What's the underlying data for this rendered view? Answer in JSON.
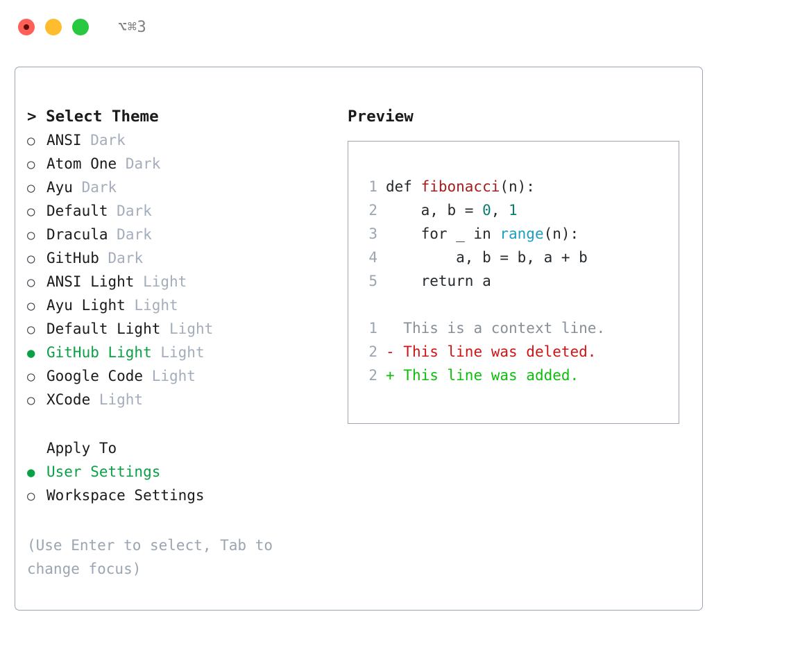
{
  "window": {
    "title": "⌥⌘3",
    "traffic_lights": [
      "close",
      "minimize",
      "zoom"
    ]
  },
  "theme_picker": {
    "heading": "> Select Theme",
    "items": [
      {
        "bullet": "○",
        "label": "ANSI",
        "kind": "Dark",
        "selected": false
      },
      {
        "bullet": "○",
        "label": "Atom One",
        "kind": "Dark",
        "selected": false
      },
      {
        "bullet": "○",
        "label": "Ayu",
        "kind": "Dark",
        "selected": false
      },
      {
        "bullet": "○",
        "label": "Default",
        "kind": "Dark",
        "selected": false
      },
      {
        "bullet": "○",
        "label": "Dracula",
        "kind": "Dark",
        "selected": false
      },
      {
        "bullet": "○",
        "label": "GitHub",
        "kind": "Dark",
        "selected": false
      },
      {
        "bullet": "○",
        "label": "ANSI Light",
        "kind": "Light",
        "selected": false
      },
      {
        "bullet": "○",
        "label": "Ayu Light",
        "kind": "Light",
        "selected": false
      },
      {
        "bullet": "○",
        "label": "Default Light",
        "kind": "Light",
        "selected": false
      },
      {
        "bullet": "●",
        "label": "GitHub Light",
        "kind": "Light",
        "selected": true
      },
      {
        "bullet": "○",
        "label": "Google Code",
        "kind": "Light",
        "selected": false
      },
      {
        "bullet": "○",
        "label": "XCode",
        "kind": "Light",
        "selected": false
      }
    ]
  },
  "apply_to": {
    "heading": "Apply To",
    "items": [
      {
        "bullet": "●",
        "label": "User Settings",
        "selected": true
      },
      {
        "bullet": "○",
        "label": "Workspace Settings",
        "selected": false
      }
    ]
  },
  "hint": "(Use Enter to select, Tab to change focus)",
  "preview": {
    "heading": "Preview",
    "code_lines": [
      {
        "number": "1",
        "tokens": [
          {
            "text": "def ",
            "type": "plain"
          },
          {
            "text": "fibonacci",
            "type": "fn"
          },
          {
            "text": "(n):",
            "type": "plain"
          }
        ]
      },
      {
        "number": "2",
        "tokens": [
          {
            "text": "    a, b = ",
            "type": "plain"
          },
          {
            "text": "0",
            "type": "num"
          },
          {
            "text": ", ",
            "type": "plain"
          },
          {
            "text": "1",
            "type": "num"
          }
        ]
      },
      {
        "number": "3",
        "tokens": [
          {
            "text": "    for _ in ",
            "type": "plain"
          },
          {
            "text": "range",
            "type": "call"
          },
          {
            "text": "(n):",
            "type": "plain"
          }
        ]
      },
      {
        "number": "4",
        "tokens": [
          {
            "text": "        a, b = b, a + b",
            "type": "plain"
          }
        ]
      },
      {
        "number": "5",
        "tokens": [
          {
            "text": "    return a",
            "type": "plain"
          }
        ]
      }
    ],
    "diff_lines": [
      {
        "number": "1",
        "marker": "  ",
        "text": "This is a context line.",
        "kind": "context"
      },
      {
        "number": "2",
        "marker": "- ",
        "text": "This line was deleted.",
        "kind": "deleted"
      },
      {
        "number": "2",
        "marker": "+ ",
        "text": "This line was added.",
        "kind": "added"
      }
    ]
  },
  "colors": {
    "accent_green": "#0aa045",
    "diff_add": "#0bbf0b",
    "diff_del": "#d01414",
    "border": "#9aa5b1",
    "muted": "#a3adbb",
    "syntax_fn": "#a61b1b",
    "syntax_num": "#0a7d72",
    "syntax_call": "#1a9fc0"
  }
}
